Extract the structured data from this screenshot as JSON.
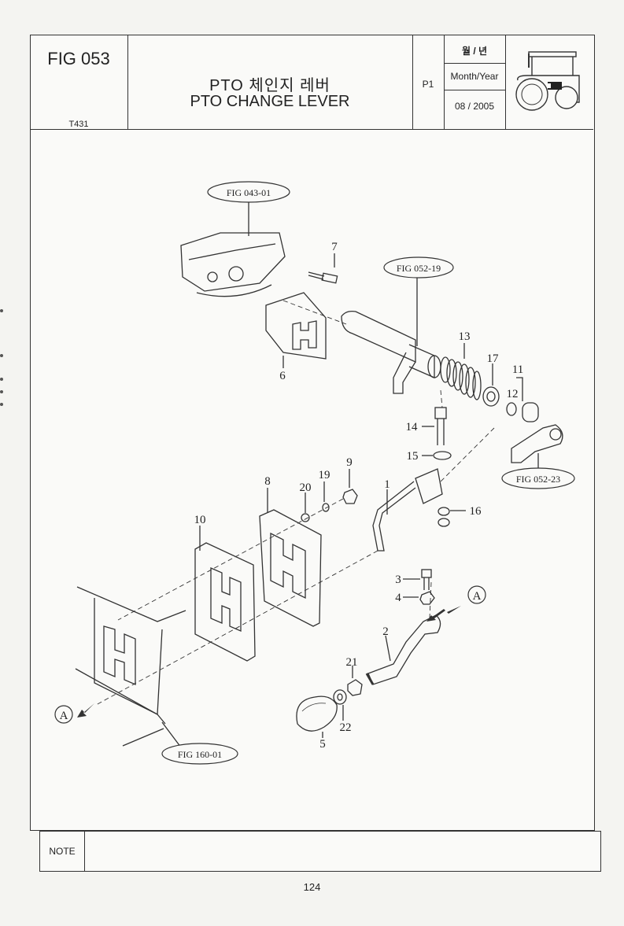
{
  "header": {
    "figure_number": "FIG 053",
    "model_code": "T431",
    "title_korean": "PTO 체인지 레버",
    "title_english": "PTO CHANGE LEVER",
    "page_code": "P1",
    "date_label_korean": "월 / 년",
    "date_label_english": "Month/Year",
    "date_value": "08 / 2005",
    "icon": "tractor-icon"
  },
  "diagram": {
    "references": [
      {
        "id": "ref-fig-043-01",
        "label": "FIG 043-01"
      },
      {
        "id": "ref-fig-052-19",
        "label": "FIG 052-19"
      },
      {
        "id": "ref-fig-052-23",
        "label": "FIG 052-23"
      },
      {
        "id": "ref-fig-160-01",
        "label": "FIG 160-01"
      }
    ],
    "view_marker": "A",
    "callouts": [
      "1",
      "2",
      "3",
      "4",
      "5",
      "6",
      "7",
      "8",
      "9",
      "10",
      "11",
      "12",
      "13",
      "14",
      "15",
      "16",
      "17",
      "19",
      "20",
      "21",
      "22"
    ]
  },
  "note": {
    "label": "NOTE",
    "text": ""
  },
  "footer": {
    "page_number": "124"
  }
}
